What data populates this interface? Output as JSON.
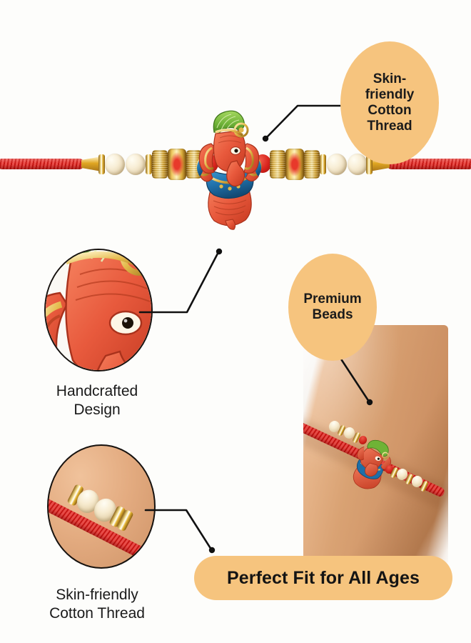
{
  "product": {
    "name": "Ganesha Rakhi",
    "type": "rakhi-infographic"
  },
  "background_color": "#fdfdfb",
  "accent_color": "#f6c47e",
  "callouts": [
    {
      "id": "skin-friendly-cotton-thread-top",
      "lines": [
        "Skin-",
        "friendly",
        "Cotton",
        "Thread"
      ],
      "shape": "oval",
      "color": "#f6c47e"
    },
    {
      "id": "premium-beads",
      "lines": [
        "Premium",
        "Beads"
      ],
      "shape": "oval",
      "color": "#f6c47e"
    }
  ],
  "insets": [
    {
      "id": "handcrafted-design",
      "caption_lines": [
        "Handcrafted",
        "Design"
      ],
      "shows": "ganesha-face-closeup"
    },
    {
      "id": "skin-friendly-cotton-thread-bottom",
      "caption_lines": [
        "Skin-friendly",
        "Cotton Thread"
      ],
      "shows": "thread-and-pearls-on-skin"
    }
  ],
  "banner": {
    "text": "Perfect Fit for All Ages",
    "color": "#f6c47e",
    "text_color": "#141414"
  },
  "wrist_photo": {
    "alt": "rakhi worn on wrist",
    "skin_tone": "#d39f70"
  },
  "rakhi": {
    "thread_color": "#e4201b",
    "pendant": "ganesha",
    "pendant_colors": {
      "body": "#e8593c",
      "crown": "#7bc043",
      "robe": "#1f6fa8",
      "gold": "#e3b84a"
    },
    "beads": [
      "pearl",
      "pearl",
      "gold-filigree",
      "red-enamel",
      "gold-filigree",
      "red-fabric"
    ]
  }
}
